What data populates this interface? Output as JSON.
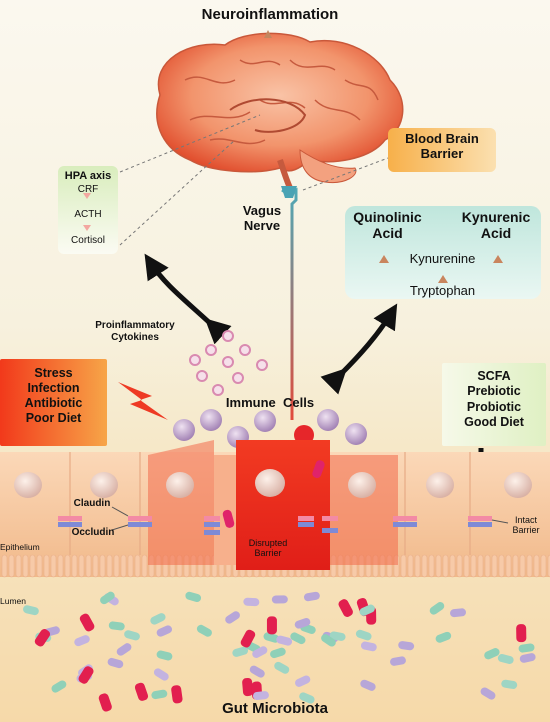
{
  "title_top": "Neuroinflammation",
  "title_bottom": "Gut Microbiota",
  "bbb": {
    "line1": "Blood Brain",
    "line2": "Barrier"
  },
  "vagus": {
    "line1": "Vagus",
    "line2": "Nerve"
  },
  "hpa": {
    "title": "HPA axis",
    "items": [
      "CRF",
      "ACTH",
      "Cortisol"
    ]
  },
  "kynurenine_box": {
    "quinolinic": {
      "line1": "Quinolinic",
      "line2": "Acid"
    },
    "kynurenic": {
      "line1": "Kynurenic",
      "line2": "Acid"
    },
    "kynurenine": "Kynurenine",
    "tryptophan": "Tryptophan"
  },
  "cytokines": {
    "line1": "Proinflammatory",
    "line2": "Cytokines"
  },
  "immune_cells": "Immune  Cells",
  "stress_box": {
    "items": [
      "Stress",
      "Infection",
      "Antibiotic",
      "Poor Diet"
    ]
  },
  "scfa_box": {
    "items": [
      "SCFA",
      "Prebiotic",
      "Probiotic",
      "Good Diet"
    ]
  },
  "labels": {
    "claudin": "Claudin",
    "occludin": "Occludin",
    "epithelium": "Epithelium",
    "lumen": "Lumen",
    "disrupted": {
      "line1": "Disrupted",
      "line2": "Barrier"
    },
    "intact": {
      "line1": "Intact",
      "line2": "Barrier"
    }
  },
  "colors": {
    "brain": "#f08a64",
    "disrupted": "#e8281e",
    "stress_box": "#f23a1c",
    "scfa_box": "#e9f3cf",
    "kyn_box": "#d4eee6",
    "tissue": "#f4c9a6"
  }
}
